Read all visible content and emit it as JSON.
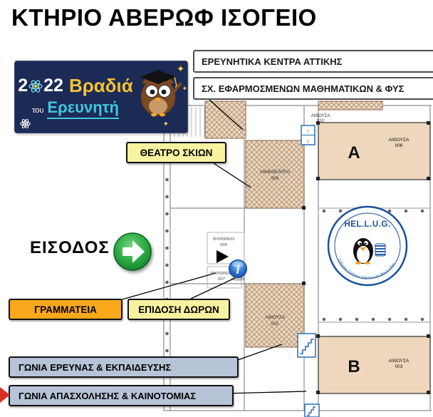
{
  "page": {
    "title": "ΚΤΗΡΙΟ ΑΒΕΡΩΦ ΙΣΟΓΕΙΟ"
  },
  "logo": {
    "year_prefix": "2",
    "year_suffix": "22",
    "word1": "Βραδιά",
    "word2_small": "του",
    "word2": "Ερευνητή"
  },
  "top_labels": {
    "research_centers": "ΕΡΕΥΝΗΤΙΚΑ ΚΕΝΤΡΑ ΑΤΤΙΚΗΣ",
    "school": "ΣΧ. ΕΦΑΡΜΟΣΜΕΝΩΝ ΜΑΘΗΜΑΤΙΚΩΝ & ΦΥΣ"
  },
  "callouts": {
    "shadow_theater": "ΘΕΑΤΡΟ ΣΚΙΩΝ",
    "entrance": "ΕΙΣΟΔΟΣ",
    "secretariat": "ΓΡΑΜΜΑΤΕΙΑ",
    "gift_delivery": "ΕΠΙΔΟΣΗ ΔΩΡΩΝ",
    "research_corner": "ΓΩΝΙΑ ΕΡΕΥΝΑΣ & ΕΚΠΑΙΔΕΥΣΗΣ",
    "innovation_corner": "ΓΩΝΙΑ ΑΠΑΣΧΟΛΗΣΗΣ & ΚΑΙΝΟΤΟΜΙΑΣ"
  },
  "floorplan": {
    "rooms": {
      "a": {
        "letter": "A",
        "name": "ΑΙΘΟΥΣΑ",
        "num": "006"
      },
      "b": {
        "letter": "B",
        "name": "ΑΙΘΟΥΣΑ",
        "num": "003"
      },
      "amphi": {
        "name": "ΑΜΦΙΘΕΑΤΡΟ",
        "num": "008"
      },
      "r002": {
        "name": "ΑΙΘΟΥΣΑ",
        "num": "002"
      },
      "r010": {
        "name": "ΑΙΘΟΥΣΑ",
        "num": "010"
      },
      "porter1": {
        "name": "ΘΥΡΩΡΕΙΟ",
        "num": "009"
      },
      "porter2": {
        "name": "ΘΥΡΩΡΕΙΟ",
        "num": "007"
      }
    },
    "hellug": {
      "title": "HEL.L.U.G.",
      "arc_text": "Σύλλογος Ελλήνων Χρηστών και Φίλων Linux"
    },
    "info_letter": "i",
    "icons": {
      "elevator_up": "↑",
      "elevator_down": "↓"
    }
  },
  "colors": {
    "navy": "#1c2a56",
    "yellow_label": "#f8f3a0",
    "orange_label": "#f7a81b",
    "bluegray_label": "#b7c3d7",
    "green_arrow": "#2fae46",
    "room_fill": "#eed7bd",
    "hellug_blue": "#1a4f9c",
    "plan_icon_blue": "#2a6fb5",
    "logo_gold": "#f2c233",
    "logo_cyan": "#3ec8de",
    "red_marker": "#d93025"
  }
}
